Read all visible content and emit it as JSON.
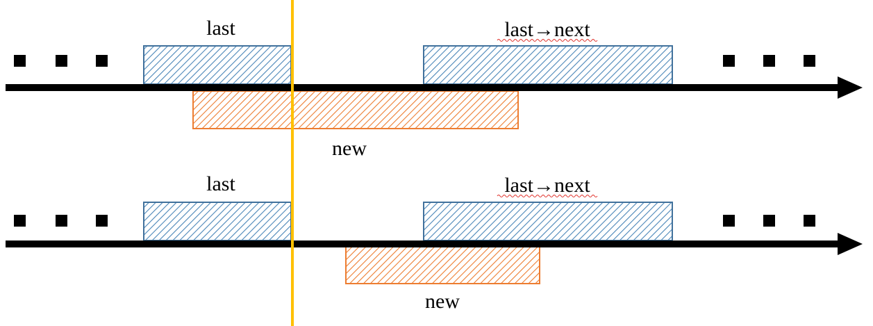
{
  "colors": {
    "background": "#ffffff",
    "axis": "#000000",
    "blue_box_stroke": "#41719c",
    "blue_box_hatch": "#4a86b8",
    "orange_box_stroke": "#ed7d31",
    "orange_box_hatch": "#ed7d31",
    "boundary_line": "#ffc000",
    "spellcheck_underline": "#e0312b"
  },
  "rows": [
    {
      "last_label": "last",
      "next_label": "last→next",
      "new_label": "new"
    },
    {
      "last_label": "last",
      "next_label": "last→next",
      "new_label": "new"
    }
  ]
}
